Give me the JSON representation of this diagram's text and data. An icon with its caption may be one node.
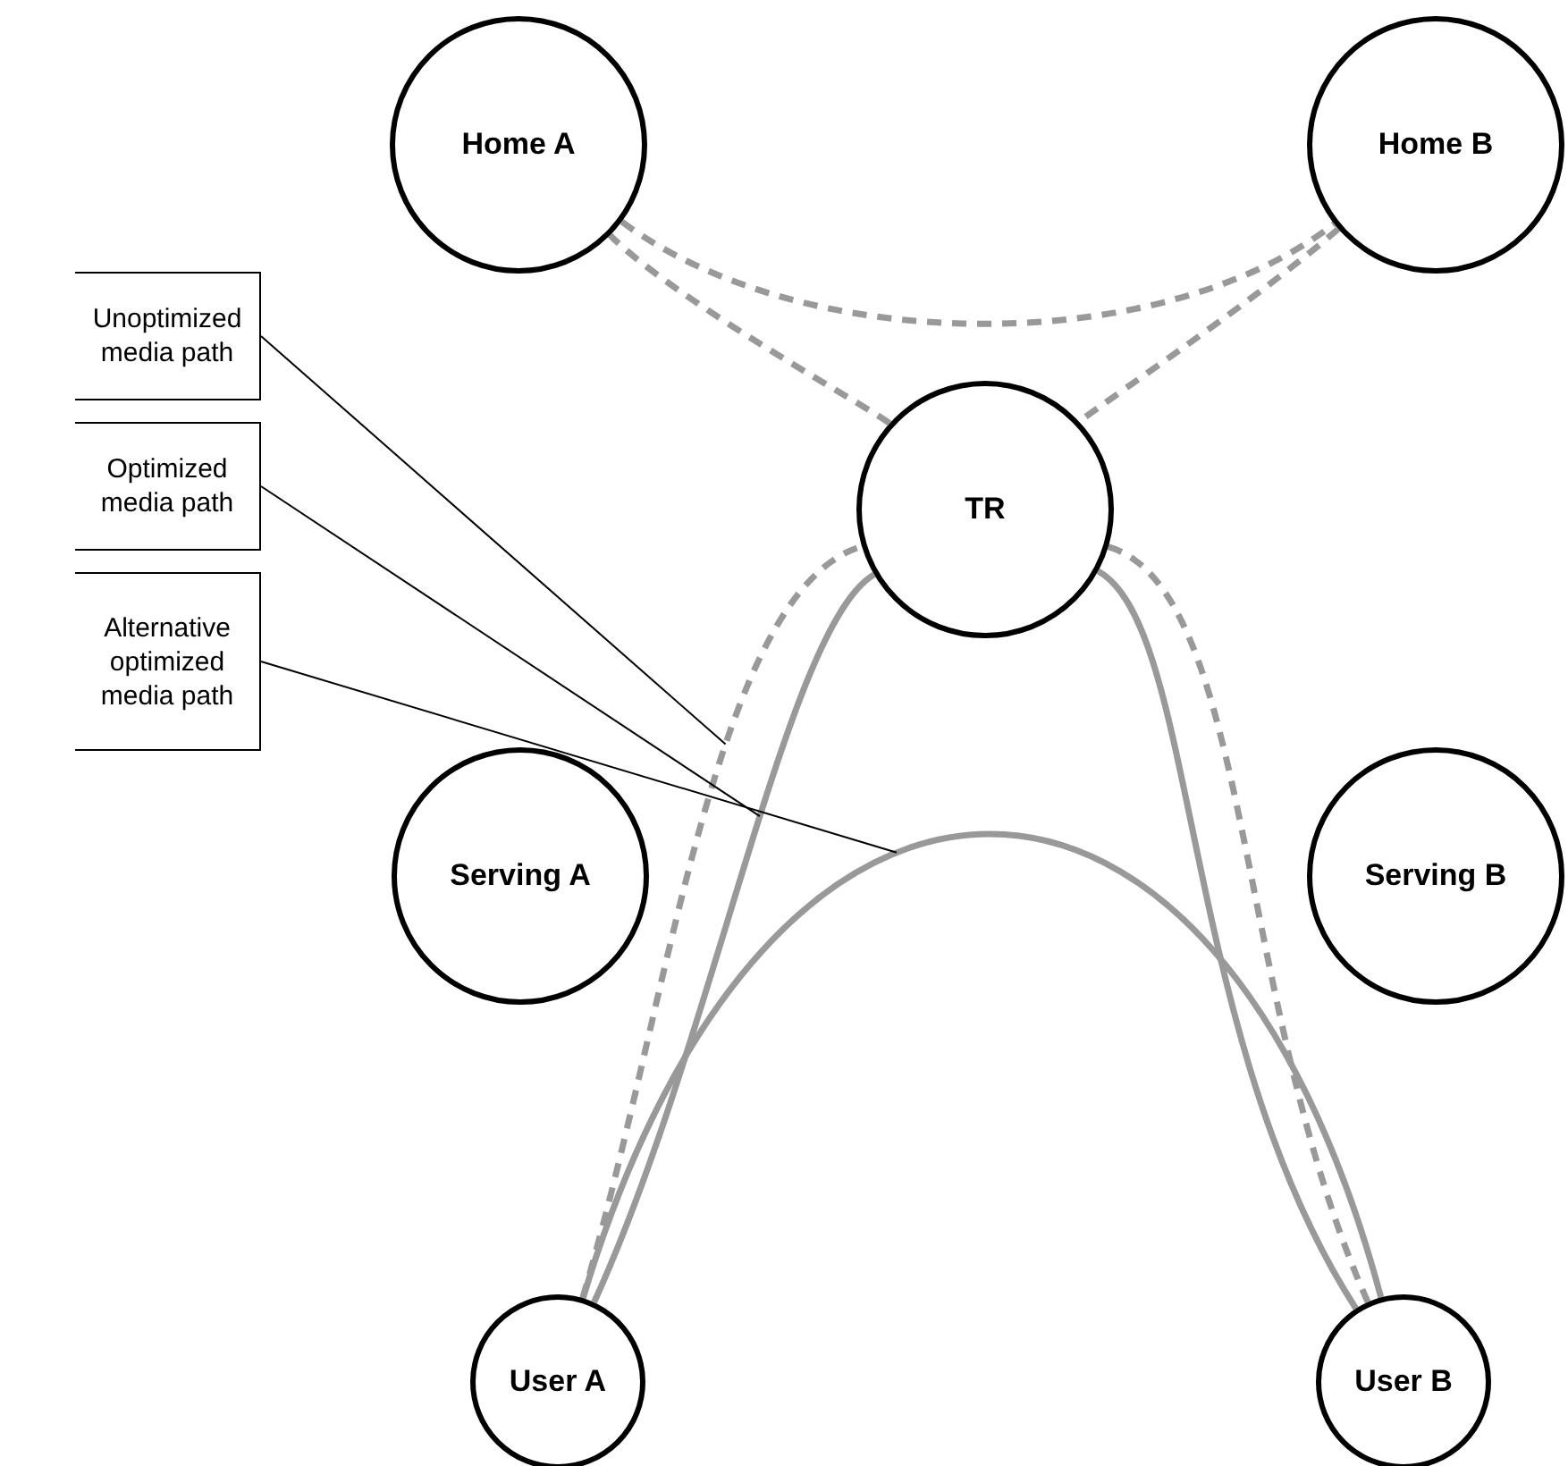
{
  "diagram": {
    "nodes": [
      {
        "text": [
          "Home A"
        ]
      },
      {
        "text": [
          "Home B"
        ]
      },
      {
        "text": [
          "Unoptimized media path"
        ]
      },
      {
        "text": [
          "Optimized media path"
        ]
      },
      {
        "text": [
          "TR"
        ]
      },
      {
        "text": [
          "Alternative optimized media path"
        ]
      },
      {
        "text": [
          "Serving A"
        ]
      },
      {
        "text": [
          "Serving B"
        ]
      },
      {
        "text": [
          "User A"
        ]
      },
      {
        "text": [
          "User B"
        ]
      }
    ],
    "edges": [
      {
        "from": 8,
        "to": 4,
        "arrow": "none",
        "style": "dashed"
      },
      {
        "from": 4,
        "to": 0,
        "arrow": "none",
        "style": "dashed"
      },
      {
        "from": 0,
        "to": 1,
        "arrow": "none",
        "style": "dashed"
      },
      {
        "from": 1,
        "to": 4,
        "arrow": "none",
        "style": "dashed"
      },
      {
        "from": 4,
        "to": 9,
        "arrow": "none",
        "style": "dashed"
      },
      {
        "from": 8,
        "to": 4,
        "arrow": "none"
      },
      {
        "from": 4,
        "to": 9,
        "arrow": "none"
      },
      {
        "from": 8,
        "to": 9,
        "arrow": "none"
      },
      {
        "from": 2,
        "to": null,
        "arrow": "none",
        "color": "#000000"
      },
      {
        "from": 3,
        "to": null,
        "arrow": "none",
        "color": "#000000"
      },
      {
        "from": 5,
        "to": null,
        "arrow": "none",
        "color": "#000000"
      }
    ]
  }
}
